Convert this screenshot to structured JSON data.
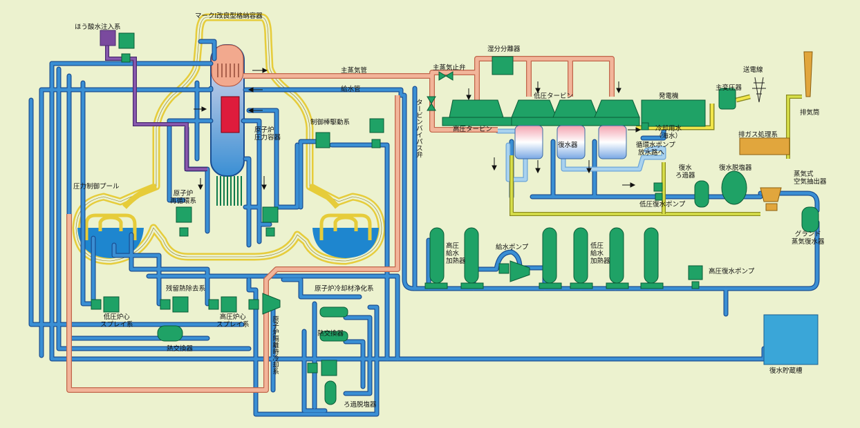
{
  "labels": {
    "containment": "マークⅠ改良型格納容器",
    "boric_acid": "ほう酸水注入系",
    "main_steam_pipe": "主蒸気管",
    "feedwater_pipe": "給水管",
    "main_stop_valve": "主蒸気止弁",
    "moisture_separator": "湿分分離器",
    "lp_turbine": "低圧タービン",
    "hp_turbine": "高圧タービン",
    "generator": "発電機",
    "main_transformer": "主変圧器",
    "transmission_line": "送電線",
    "stack": "排気筒",
    "turbine_bypass": "タービンバイパス弁",
    "cooling_water": "冷却用水\n（海水）",
    "circ_pump": "循環水ポンプ",
    "to_discharge": "放水路へ",
    "condenser": "復水器",
    "offgas": "排ガス処理系",
    "crd": "制御棒駆動系",
    "rpv": "原子炉\n圧力容器",
    "suppression_pool": "圧力制御プール",
    "recirc": "原子炉\n再循環系",
    "cond_filter": "復水\nろ過器",
    "demineralizer": "復水脱塩器",
    "lp_cond_pump": "低圧復水ポンプ",
    "ejector": "蒸気式\n空気抽出器",
    "gland_condenser": "グランド\n蒸気復水器",
    "hp_heater": "高圧\n給水\n加熱器",
    "fw_pump": "給水ポンプ",
    "lp_heater": "低圧\n給水\n加熱器",
    "hp_cond_pump": "高圧復水ポンプ",
    "cond_tank": "復水貯蔵槽",
    "rhr": "残留熱除去系",
    "lpcs": "低圧炉心\nスプレイ系",
    "hpcs": "高圧炉心\nスプレイ系",
    "rcic": "原子炉隔離時冷却系",
    "cuw": "原子炉冷却材浄化系",
    "hx1": "熱交換器",
    "hx2": "熱交換器",
    "filter_demin": "ろ過脱塩器"
  },
  "colors": {
    "background": "#ecf2cf",
    "containment": "#e6cc3a",
    "feedwater": "#3a8fd4",
    "feedwater_dark": "#1a4e92",
    "steam": "#e8957a",
    "equipment": "#1fa266",
    "boron": "#7a4a9e",
    "condensate_yellow": "#c6d23a",
    "cooling_blue": "#a9d2ee",
    "tank": "#3aa6d8",
    "offgas": "#e1a63d",
    "fuel": "#de1c3c"
  }
}
